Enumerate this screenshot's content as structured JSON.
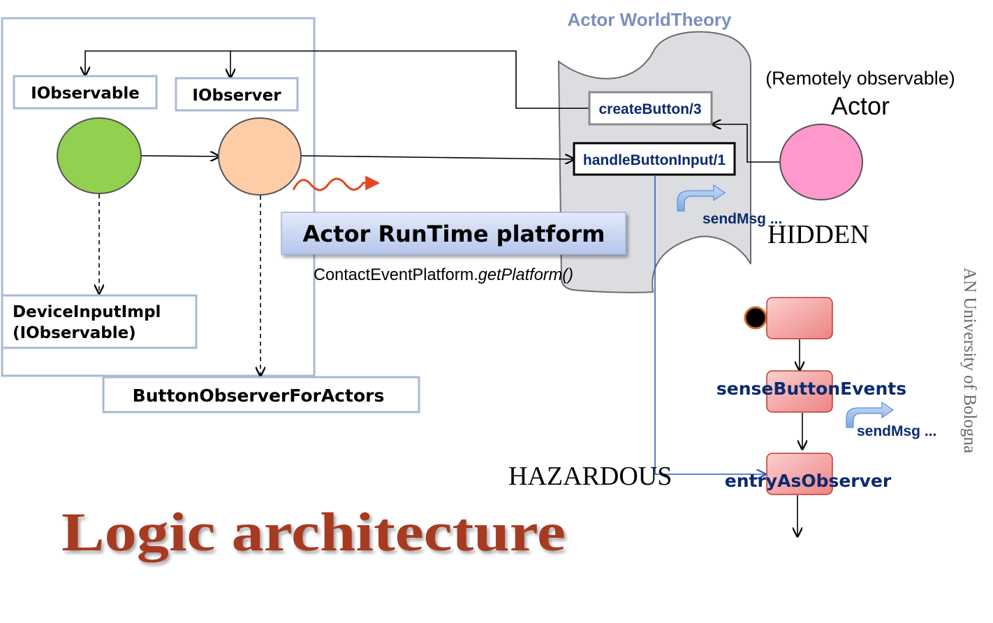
{
  "colors": {
    "frame_border": "#aab9d4",
    "world_fill": "#dcdde1",
    "green_node": "#92d050",
    "peach_node": "#ffcca8",
    "pink_node": "#ff99cc",
    "state_fill": "#f4a3a3",
    "state_border": "#c0392b",
    "runtime_fill": "#c9d6f2",
    "wave": "#e8461e",
    "title_red": "#a63a22",
    "navy_text": "#0b2a6f",
    "blue_arrow": "#5b8fd6"
  },
  "world": {
    "title": "Actor WorldTheory",
    "create_button": "createButton/3",
    "handle_input": "handleButtonInput/1",
    "send_msg": "sendMsg ..."
  },
  "actor": {
    "remote_caption": "(Remotely observable)",
    "name": "Actor"
  },
  "hidden_label": "HIDDEN",
  "hazardous_label": "HAZARDOUS",
  "boxes": {
    "iobservable": "IObservable",
    "iobserver": "IObserver",
    "device_line1": "DeviceInputImpl",
    "device_line2": "(IObservable)",
    "button_observer": "ButtonObserverForActors"
  },
  "runtime": {
    "title": "Actor RunTime platform",
    "call_prefix": "ContactEventPlatform.",
    "call_method": "getPlatform()"
  },
  "states": {
    "sense": "senseButtonEvents",
    "entry": "entryAsObserver",
    "send_msg": "sendMsg ..."
  },
  "side_text": "AN University of Bologna",
  "title": "Logic architecture"
}
